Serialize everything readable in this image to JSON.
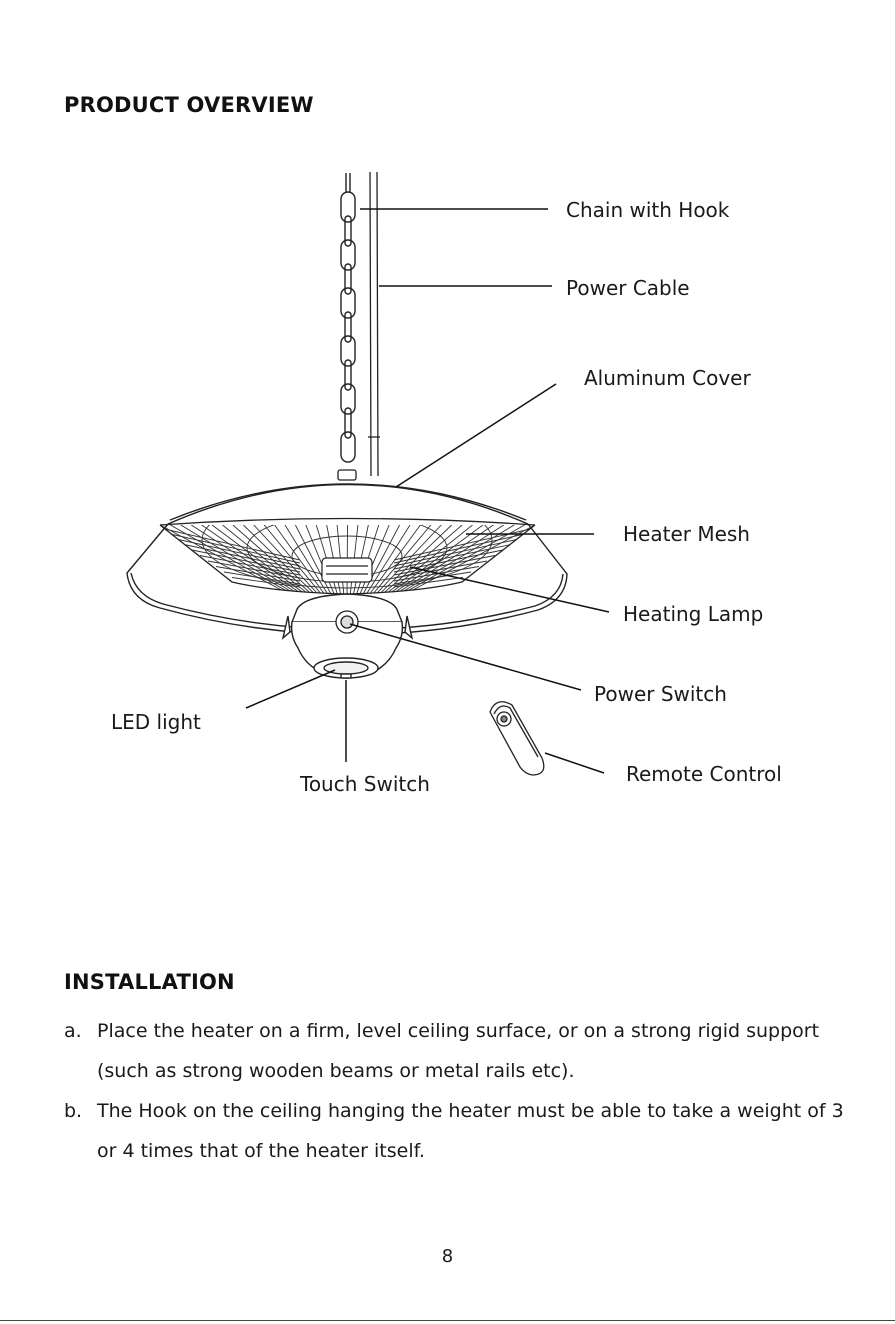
{
  "headings": {
    "overview": "PRODUCT OVERVIEW",
    "installation": "INSTALLATION"
  },
  "callouts": {
    "chain": "Chain with Hook",
    "cable": "Power Cable",
    "cover": "Aluminum Cover",
    "mesh": "Heater Mesh",
    "lamp": "Heating Lamp",
    "power_switch": "Power Switch",
    "led": "LED light",
    "touch": "Touch Switch",
    "remote": "Remote Control"
  },
  "installation": [
    {
      "marker": "a.",
      "text": "Place the heater on a firm, level ceiling surface, or on a strong rigid support (such as strong wooden beams or metal rails etc)."
    },
    {
      "marker": "b.",
      "text": "The Hook on the ceiling hanging the heater must be able to take a weight of 3 or 4 times that of the heater itself."
    }
  ],
  "page_number": "8"
}
